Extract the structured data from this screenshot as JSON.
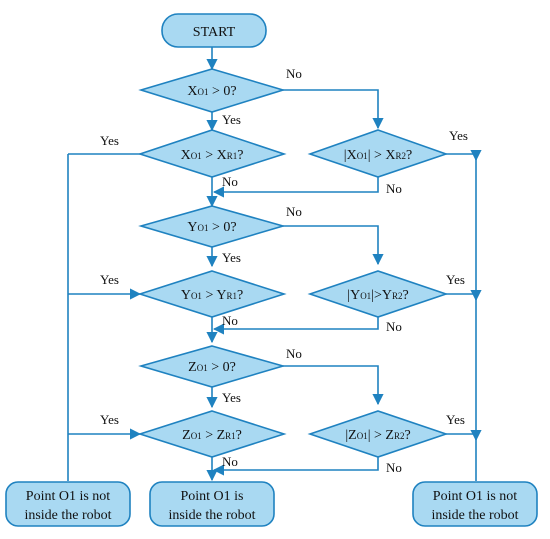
{
  "colors": {
    "fill": "#A9D9F2",
    "stroke": "#1F82C0",
    "line": "#1F82C0",
    "text": "#111111"
  },
  "start": "START",
  "decisions": {
    "x_pos": {
      "main": "X",
      "sub": "O1",
      "rest": " > 0?"
    },
    "x_gt_r1": {
      "main": "X",
      "sub": "O1",
      "mid": " > X",
      "sub2": "R1",
      "rest": "?"
    },
    "abs_x_gt_r2": {
      "pre": "|X",
      "sub": "O1",
      "mid": "| > X",
      "sub2": "R2",
      "rest": "?"
    },
    "y_pos": {
      "main": "Y",
      "sub": "O1",
      "rest": " > 0?"
    },
    "y_gt_r1": {
      "main": "Y",
      "sub": "O1",
      "mid": " > Y",
      "sub2": "R1",
      "rest": "?"
    },
    "abs_y_gt_r2": {
      "pre": "|Y",
      "sub": "O1",
      "mid": "|>Y",
      "sub2": "R2",
      "rest": "?"
    },
    "z_pos": {
      "main": "Z",
      "sub": "O1",
      "rest": " > 0?"
    },
    "z_gt_r1": {
      "main": "Z",
      "sub": "O1",
      "mid": " > Z",
      "sub2": "R1",
      "rest": "?"
    },
    "abs_z_gt_r2": {
      "pre": "|Z",
      "sub": "O1",
      "mid": "| > Z",
      "sub2": "R2",
      "rest": "?"
    }
  },
  "labels": {
    "yes": "Yes",
    "no": "No"
  },
  "terminals": {
    "left": [
      "Point O1 is not",
      "inside the robot"
    ],
    "center": [
      "Point O1 is",
      "inside the robot"
    ],
    "right": [
      "Point O1 is not",
      "inside the robot"
    ]
  }
}
